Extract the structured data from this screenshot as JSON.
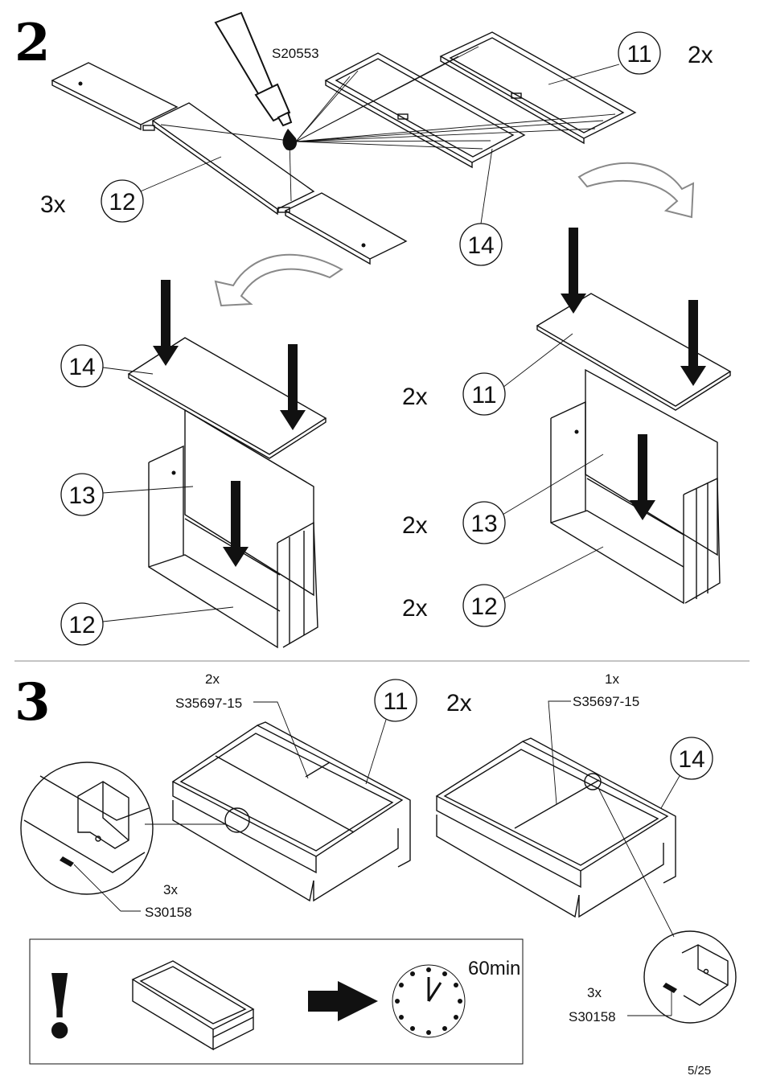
{
  "page": {
    "number": "5/25"
  },
  "step2": {
    "number": "2",
    "glue_code": "S20553",
    "qty_top": "2x",
    "qty_left": "3x",
    "qty_right_11": "2x",
    "qty_right_13": "2x",
    "qty_right_12": "2x",
    "parts": {
      "p11_top": "11",
      "p12_top": "12",
      "p14_top": "14",
      "p14_left": "14",
      "p13_left": "13",
      "p12_left": "12",
      "p11_right": "11",
      "p13_right": "13",
      "p12_right": "12"
    }
  },
  "step3": {
    "number": "3",
    "left_qty": "2x",
    "left_code": "S35697-15",
    "left_part": "11",
    "left_set_qty": "2x",
    "right_qty": "1x",
    "right_code": "S35697-15",
    "right_part": "14",
    "screw_qty_left": "3x",
    "screw_code_left": "S30158",
    "screw_qty_right": "3x",
    "screw_code_right": "S30158"
  },
  "warning": {
    "symbol": "!",
    "time_label": "60min"
  },
  "colors": {
    "ink": "#111111",
    "paper": "#ffffff",
    "arrow_outline": "#888888"
  }
}
